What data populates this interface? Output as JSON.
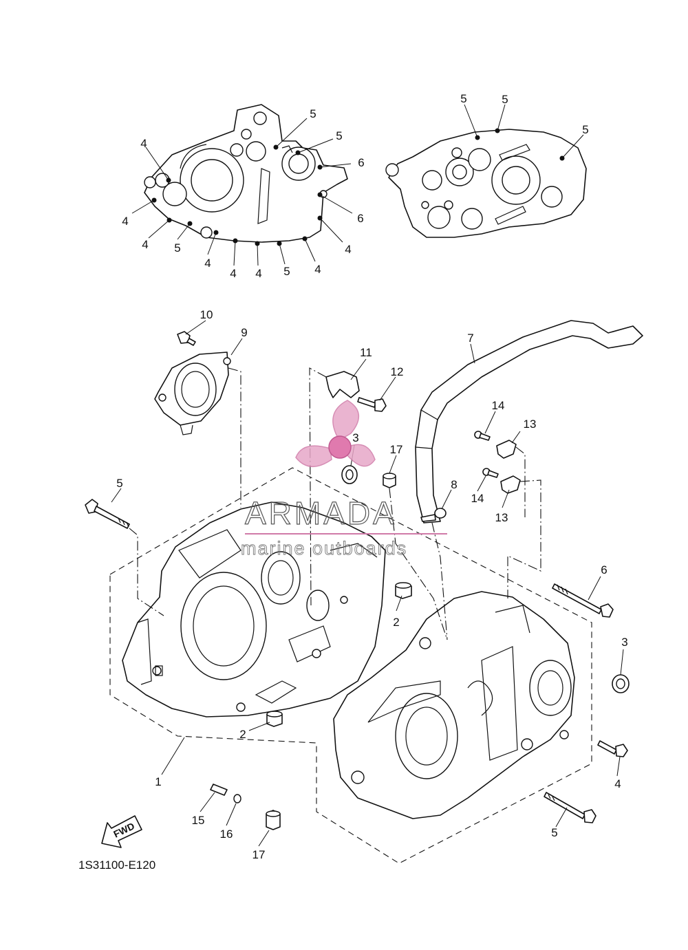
{
  "diagram": {
    "code": "1S31100-E120",
    "fwd_label": "FWD"
  },
  "watermark": {
    "title": "ARMADA",
    "subtitle": "marine outboards"
  },
  "callouts": {
    "g_4a": "4",
    "g_4b": "4",
    "g_4c": "4",
    "g_4d": "4",
    "g_4e": "4",
    "g_4f": "4",
    "g_4g": "4",
    "g_4h": "4",
    "g_5a": "5",
    "g_5b": "5",
    "g_5c": "5",
    "g_5d": "5",
    "g_6a": "6",
    "g_6b": "6",
    "r_5a": "5",
    "r_5b": "5",
    "r_5c": "5",
    "p1": "1",
    "p2a": "2",
    "p2b": "2",
    "p3a": "3",
    "p3b": "3",
    "p4": "4",
    "p5a": "5",
    "p5b": "5",
    "p6": "6",
    "p7": "7",
    "p8": "8",
    "p9": "9",
    "p10": "10",
    "p11": "11",
    "p12": "12",
    "p13a": "13",
    "p13b": "13",
    "p14a": "14",
    "p14b": "14",
    "p15": "15",
    "p16": "16",
    "p17a": "17",
    "p17b": "17"
  }
}
